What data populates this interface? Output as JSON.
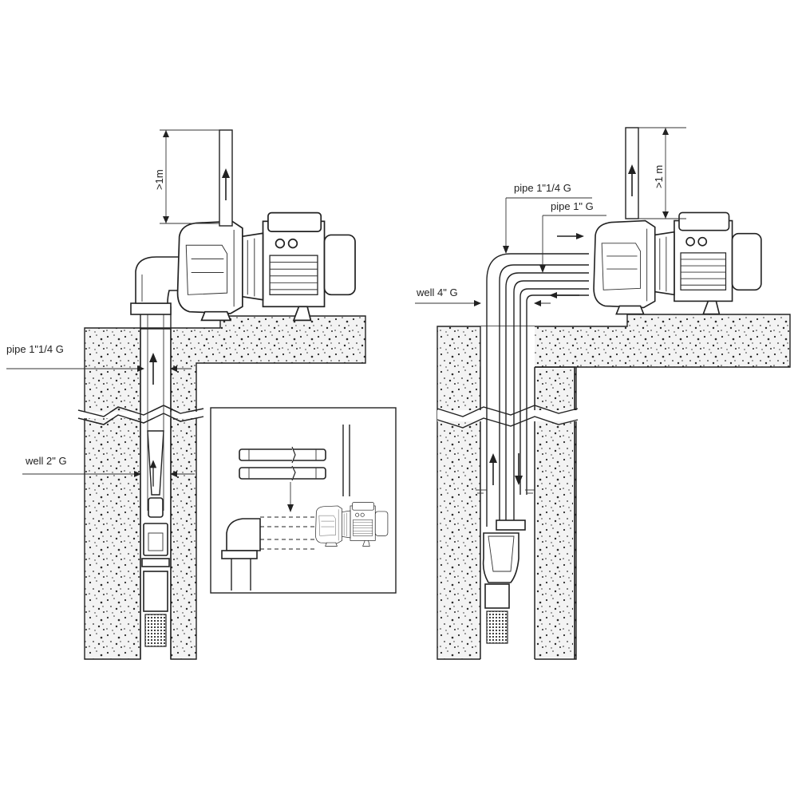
{
  "colors": {
    "line": "#222222",
    "ground_fill": "#f2f2f2",
    "speckle": "#2a2a2a",
    "background": "#ffffff"
  },
  "left_diagram": {
    "height_label": ">1m",
    "pipe_label": "pipe 1\"1/4 G",
    "well_label": "well 2\" G"
  },
  "right_diagram": {
    "height_label": ">1 m",
    "pipe_outer_label": "pipe 1\"1/4 G",
    "pipe_inner_label": "pipe 1\" G",
    "well_label": "well 4\" G"
  },
  "icons": {
    "flow_arrow": "arrow-icon",
    "strainer": "strainer-icon"
  }
}
